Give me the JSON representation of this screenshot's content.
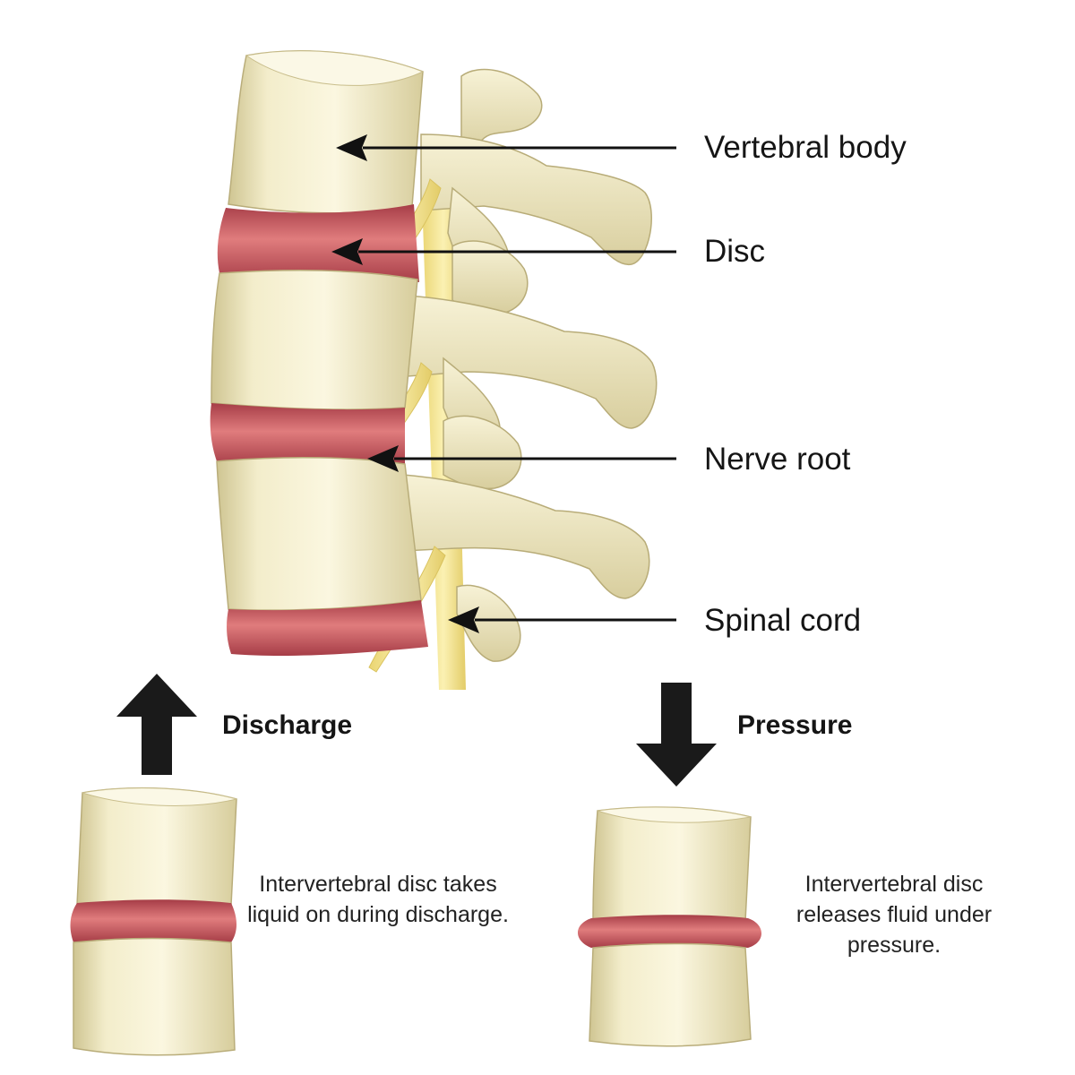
{
  "labels": {
    "vertebral_body": "Vertebral body",
    "disc": "Disc",
    "nerve_root": "Nerve root",
    "spinal_cord": "Spinal cord"
  },
  "discharge": {
    "title": "Discharge",
    "description": "Intervertebral disc takes liquid on during discharge."
  },
  "pressure": {
    "title": "Pressure",
    "description": "Intervertebral disc releases fluid under pressure."
  },
  "colors": {
    "bone": "#F1EBC7",
    "bone_shadow": "#D6CC9C",
    "disc": "#D9696B",
    "disc_dark": "#B64A52",
    "nerve": "#F6E58E",
    "arrow": "#1A1A1A"
  }
}
